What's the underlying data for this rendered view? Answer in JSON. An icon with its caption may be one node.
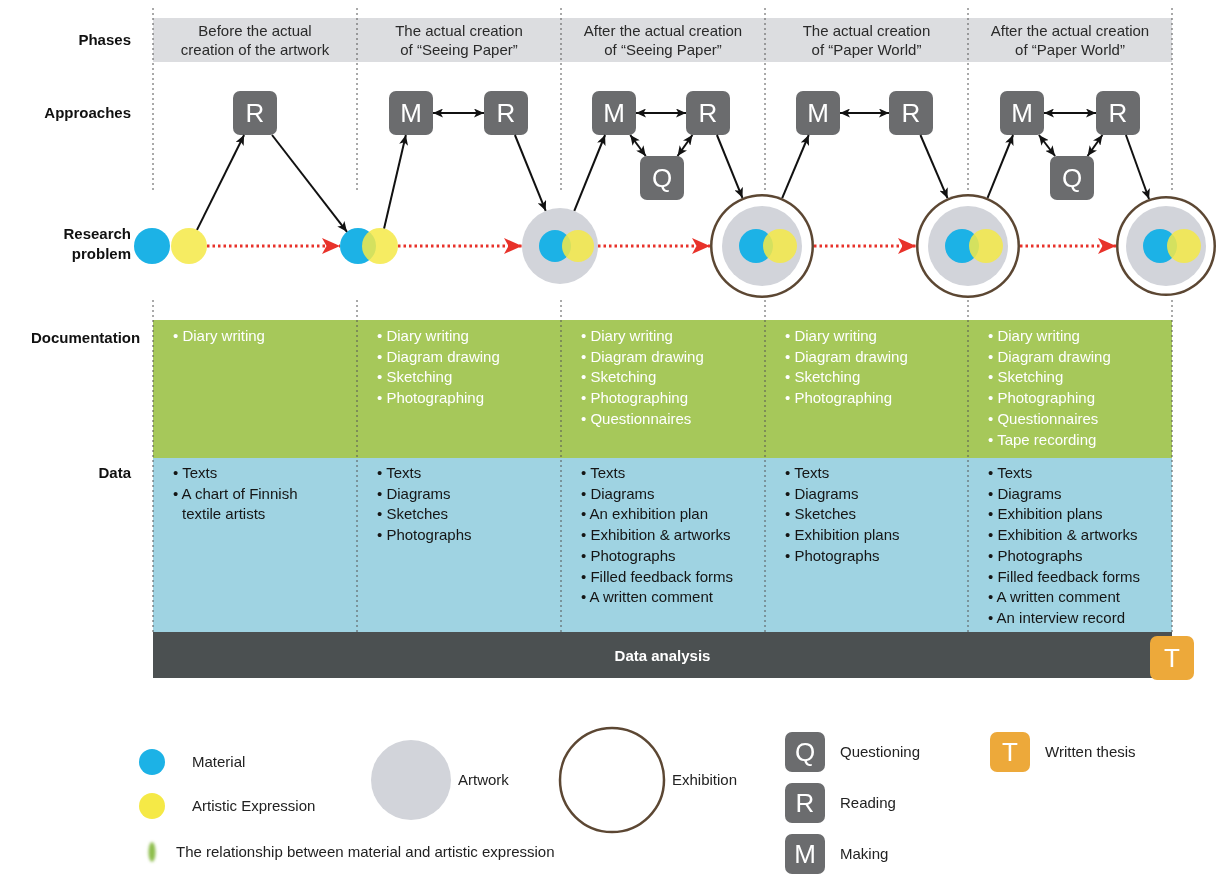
{
  "diagram": {
    "nodes": [
      {
        "text": [
          "Before the actual creation of the artwork"
        ]
      },
      {
        "text": [
          "The actual creation of “Seeing Paper”"
        ]
      },
      {
        "text": [
          "After the actual creation of “Seeing Paper”"
        ]
      },
      {
        "text": [
          "The actual creation of “Paper World”"
        ]
      },
      {
        "text": [
          "After the actual creation of “Paper World”"
        ]
      },
      {
        "text": [
          "R"
        ]
      },
      {
        "text": [
          "M"
        ]
      },
      {
        "text": [
          "R"
        ]
      },
      {
        "text": [
          "M"
        ]
      },
      {
        "text": [
          "R"
        ]
      },
      {
        "text": [
          "Q"
        ]
      },
      {
        "text": [
          "M"
        ]
      },
      {
        "text": [
          "R"
        ]
      },
      {
        "text": [
          "M"
        ]
      },
      {
        "text": [
          "R"
        ]
      },
      {
        "text": [
          "Q"
        ]
      },
      {
        "text": [],
        "shape": "circle"
      },
      {
        "text": [],
        "shape": "circle"
      },
      {
        "text": [],
        "shape": "circle"
      },
      {
        "text": [],
        "shape": "circle"
      },
      {
        "text": [],
        "shape": "circle"
      },
      {
        "text": [],
        "shape": "circle",
        "in": 20
      },
      {
        "text": [],
        "shape": "circle",
        "in": 20
      },
      {
        "text": [],
        "shape": "circle"
      },
      {
        "text": [],
        "shape": "circle",
        "in": 23
      },
      {
        "text": [],
        "shape": "circle",
        "in": 24
      },
      {
        "text": [],
        "shape": "circle",
        "in": 24
      },
      {
        "text": [],
        "shape": "circle"
      },
      {
        "text": [],
        "shape": "circle",
        "in": 27
      },
      {
        "text": [],
        "shape": "circle",
        "in": 28
      },
      {
        "text": [],
        "shape": "circle",
        "in": 28
      },
      {
        "text": [],
        "shape": "circle"
      },
      {
        "text": [],
        "shape": "circle",
        "in": 31
      },
      {
        "text": [],
        "shape": "circle",
        "in": 32
      },
      {
        "text": [],
        "shape": "circle",
        "in": 32
      },
      {
        "text": [
          "• Diary writing"
        ]
      },
      {
        "text": [
          "• Diary writing",
          "• Diagram drawing",
          "• Sketching",
          "• Photographing"
        ]
      },
      {
        "text": [
          "• Diary writing",
          "• Diagram drawing",
          "• Sketching",
          "• Photographing",
          "• Questionnaires"
        ]
      },
      {
        "text": [
          "• Diary writing",
          "• Diagram drawing",
          "• Sketching",
          "• Photographing"
        ]
      },
      {
        "text": [
          "• Diary writing",
          "• Diagram drawing",
          "• Sketching",
          "• Photographing",
          "• Questionnaires",
          "• Tape recording"
        ]
      },
      {
        "text": [
          "• Texts",
          "• A chart of Finnish textile artists"
        ]
      },
      {
        "text": [
          "• Texts",
          "• Diagrams",
          "• Sketches",
          "• Photographs"
        ]
      },
      {
        "text": [
          "• Texts",
          "• Diagrams",
          "• An exhibition plan",
          "• Exhibition & artworks",
          "• Photographs",
          "• Filled feedback forms",
          "• A written comment"
        ]
      },
      {
        "text": [
          "• Texts",
          "• Diagrams",
          "• Sketches",
          "• Exhibition plans",
          "• Photographs"
        ]
      },
      {
        "text": [
          "• Texts",
          "• Diagrams",
          "• Exhibition plans",
          "• Exhibition & artworks",
          "• Photographs",
          "• Filled feedback forms",
          "• A written comment",
          "• An interview record"
        ]
      },
      {
        "text": [
          "Data analysis"
        ]
      },
      {
        "text": [
          "T"
        ]
      },
      {
        "text": [
          "Q"
        ],
        "beside": [
          "Questioning"
        ]
      },
      {
        "text": [
          "R"
        ],
        "beside": [
          "Reading"
        ]
      },
      {
        "text": [
          "M"
        ],
        "beside": [
          "Making"
        ]
      },
      {
        "text": [
          "T"
        ],
        "beside": [
          "Written thesis"
        ]
      }
    ],
    "edges": [
      {
        "from": 17,
        "to": 5,
        "arrow": "to"
      },
      {
        "from": 5,
        "to": 18,
        "arrow": "to"
      },
      {
        "from": 19,
        "to": 6,
        "arrow": "to"
      },
      {
        "from": 6,
        "to": 7,
        "arrow": "both"
      },
      {
        "from": 7,
        "to": 20,
        "arrow": "to"
      },
      {
        "from": 20,
        "to": 8,
        "arrow": "to"
      },
      {
        "from": 8,
        "to": 9,
        "arrow": "both"
      },
      {
        "from": 8,
        "to": 10,
        "arrow": "both"
      },
      {
        "from": 10,
        "to": 9,
        "arrow": "both"
      },
      {
        "from": 9,
        "to": 23,
        "arrow": "to"
      },
      {
        "from": 23,
        "to": 11,
        "arrow": "to"
      },
      {
        "from": 11,
        "to": 12,
        "arrow": "both"
      },
      {
        "from": 12,
        "to": 27,
        "arrow": "to"
      },
      {
        "from": 27,
        "to": 13,
        "arrow": "to"
      },
      {
        "from": 13,
        "to": 14,
        "arrow": "both"
      },
      {
        "from": 13,
        "to": 15,
        "arrow": "both"
      },
      {
        "from": 15,
        "to": 14,
        "arrow": "both"
      },
      {
        "from": 14,
        "to": 31,
        "arrow": "to"
      },
      {
        "from": 17,
        "to": 18,
        "arrow": "to",
        "style": "dashed",
        "color": "#e8322a"
      },
      {
        "from": 19,
        "to": 20,
        "arrow": "to",
        "style": "dashed",
        "color": "#e8322a"
      },
      {
        "from": 20,
        "to": 23,
        "arrow": "to",
        "style": "dashed",
        "color": "#e8322a"
      },
      {
        "from": 23,
        "to": 27,
        "arrow": "to",
        "style": "dashed",
        "color": "#e8322a"
      },
      {
        "from": 27,
        "to": 31,
        "arrow": "to",
        "style": "dashed",
        "color": "#e8322a"
      }
    ],
    "labels": [
      "Phases",
      "Approaches",
      "Research problem",
      "Documentation",
      "Data"
    ],
    "legend": [
      {
        "text": "Material",
        "color": "#1cb2e6"
      },
      {
        "text": "Artistic Expression",
        "color": "#f5e946"
      },
      {
        "text": "The relationship between material and artistic expression"
      },
      {
        "text": "Artwork",
        "color": "#d2d4da"
      },
      {
        "text": "Exhibition"
      }
    ]
  }
}
